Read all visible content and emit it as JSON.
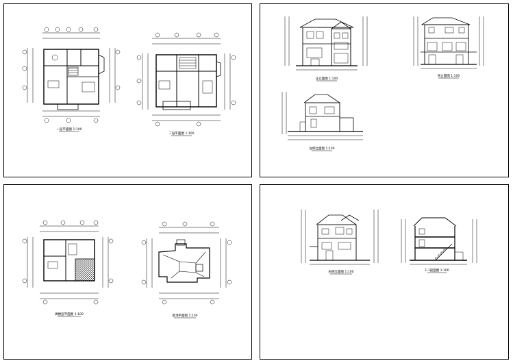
{
  "sheets": [
    {
      "id": "sheet-1",
      "drawings": [
        {
          "kind": "plan",
          "caption": "一层平面图 1:100"
        },
        {
          "kind": "plan",
          "caption": "二层平面图 1:100"
        }
      ]
    },
    {
      "id": "sheet-2",
      "drawings": [
        {
          "kind": "elevation",
          "caption": "正立面图 1:100"
        },
        {
          "kind": "elevation",
          "caption": "背立面图 1:100"
        },
        {
          "kind": "elevation",
          "caption": "左侧立面图 1:100"
        }
      ]
    },
    {
      "id": "sheet-3",
      "drawings": [
        {
          "kind": "plan",
          "caption": "阁楼层平面图 1:100"
        },
        {
          "kind": "roof",
          "caption": "屋顶平面图 1:100"
        }
      ]
    },
    {
      "id": "sheet-4",
      "drawings": [
        {
          "kind": "elevation",
          "caption": "右侧立面图 1:100"
        },
        {
          "kind": "section",
          "caption": "1-1剖面图 1:100"
        }
      ]
    }
  ]
}
